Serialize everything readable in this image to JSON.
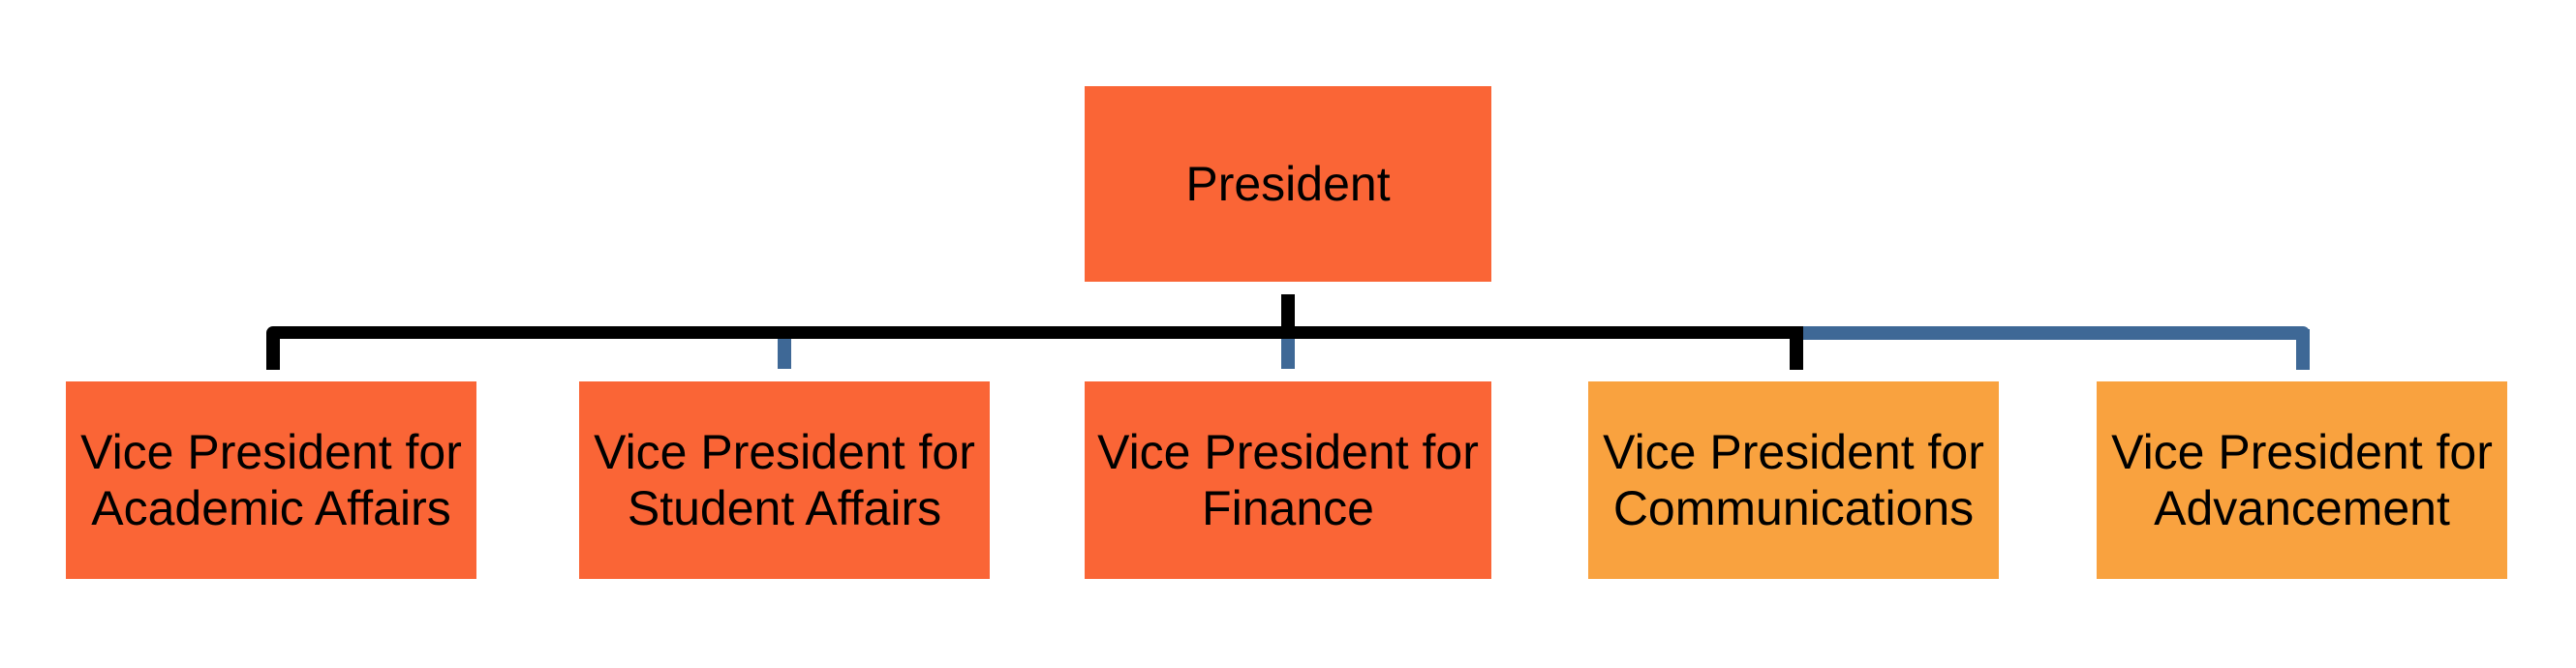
{
  "diagram": {
    "type": "org-chart",
    "background_color": "#FFFFFF",
    "root": {
      "label": "President",
      "fill": "#FA6536",
      "text_color": "#000000"
    },
    "children": [
      {
        "label": "Vice President for Academic Affairs",
        "fill": "#FA6536"
      },
      {
        "label": "Vice President for Student Affairs",
        "fill": "#FA6536"
      },
      {
        "label": "Vice President for Finance",
        "fill": "#FA6536"
      },
      {
        "label": "Vice President for Communications",
        "fill": "#F9A23F"
      },
      {
        "label": "Vice President for Advancement",
        "fill": "#F9A23F"
      }
    ],
    "connectors": {
      "primary_color": "#000000",
      "secondary_color": "#3E6896"
    }
  }
}
